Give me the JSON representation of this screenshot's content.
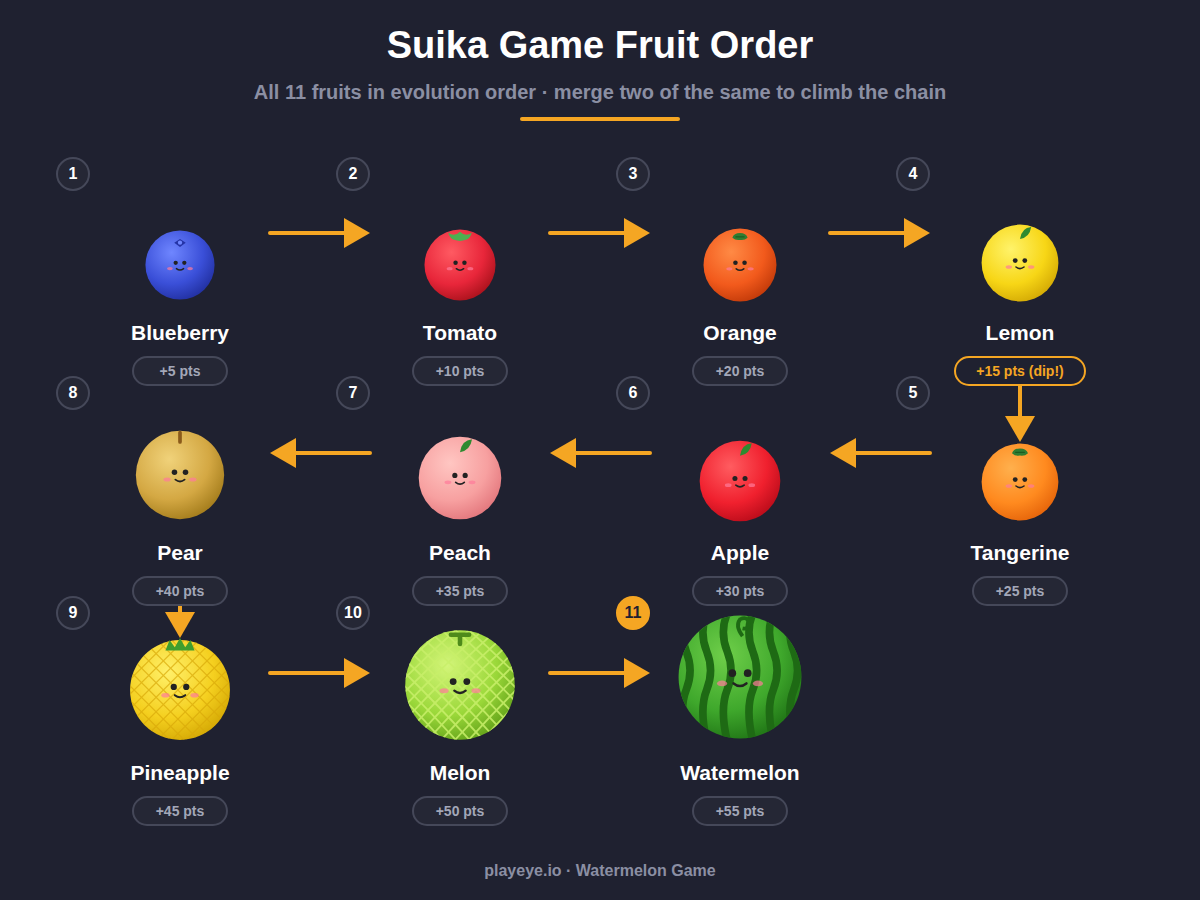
{
  "diagram": {
    "title": "Suika Game Fruit Order",
    "caption": "All 11 fruits in evolution order · merge two of the same to climb the chain",
    "nodes": [
      {
        "text": [
          "Blueberry",
          "+5 pts"
        ]
      },
      {
        "text": [
          "Tomato",
          "+10 pts"
        ]
      },
      {
        "text": [
          "Orange",
          "+20 pts"
        ]
      },
      {
        "text": [
          "Lemon",
          "+15 pts (dip!)"
        ]
      },
      {
        "text": [
          "Tangerine",
          "+25 pts"
        ]
      },
      {
        "text": [
          "Apple",
          "+30 pts"
        ]
      },
      {
        "text": [
          "Peach",
          "+35 pts"
        ]
      },
      {
        "text": [
          "Pear",
          "+40 pts"
        ]
      },
      {
        "text": [
          "Pineapple",
          "+45 pts"
        ]
      },
      {
        "text": [
          "Melon",
          "+50 pts"
        ]
      },
      {
        "text": [
          "Watermelon",
          "+55 pts"
        ]
      }
    ],
    "edges": [
      {
        "from": 0,
        "to": 1,
        "arrow": "to"
      },
      {
        "from": 1,
        "to": 2,
        "arrow": "to"
      },
      {
        "from": 2,
        "to": 3,
        "arrow": "to"
      },
      {
        "from": 3,
        "to": 4,
        "arrow": "to"
      },
      {
        "from": 4,
        "to": 5,
        "arrow": "to"
      },
      {
        "from": 5,
        "to": 6,
        "arrow": "to"
      },
      {
        "from": 6,
        "to": 7,
        "arrow": "to"
      },
      {
        "from": 7,
        "to": 8,
        "arrow": "to"
      },
      {
        "from": 8,
        "to": 9,
        "arrow": "to"
      },
      {
        "from": 9,
        "to": 10,
        "arrow": "to"
      }
    ],
    "labels": [
      "1",
      "2",
      "3",
      "4",
      "5",
      "6",
      "7",
      "8",
      "9",
      "10",
      "11",
      "playeye.io · Watermelon Game"
    ]
  }
}
